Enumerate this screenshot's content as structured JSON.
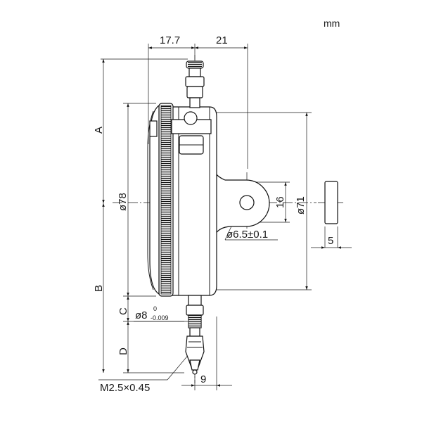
{
  "units": "mm",
  "dims": {
    "top_left": "17.7",
    "top_right": "21",
    "A": "A",
    "B": "B",
    "C": "C",
    "D": "D",
    "dia78": "ø78",
    "dia71": "ø71",
    "lug_height": "16",
    "hole": "ø6.5±0.1",
    "stem_main": "ø8",
    "stem_tol_upper": "0",
    "stem_tol_lower": "-0.009",
    "thread": "M2.5×0.45",
    "tip_width": "9",
    "thickness": "5"
  }
}
